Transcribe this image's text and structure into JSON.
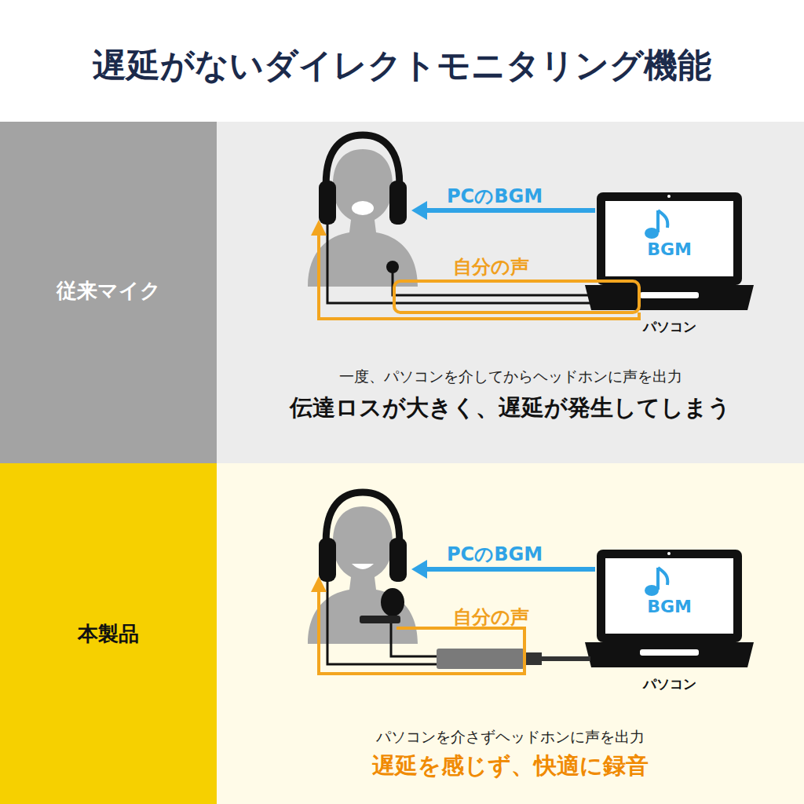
{
  "diagram": {
    "title": "遅延がないダイレクトモニタリング機能",
    "nodes": [
      {
        "text": [
          "従来マイク"
        ]
      },
      {
        "text": [
          "一度、パソコンを介してからヘッドホンに声を出力",
          "伝達ロスが大きく、遅延が発生してしまう"
        ]
      },
      {
        "text": [
          "BGM",
          "パソコン"
        ],
        "in": 1
      },
      {
        "text": [
          "本製品"
        ]
      },
      {
        "text": [
          "パソコンを介さずヘッドホンに声を出力",
          "遅延を感じず、快適に録音"
        ]
      },
      {
        "text": [
          "BGM",
          "パソコン"
        ],
        "in": 4
      }
    ],
    "labels": [
      "PCのBGM",
      "自分の声",
      "PCのBGM",
      "自分の声"
    ]
  }
}
